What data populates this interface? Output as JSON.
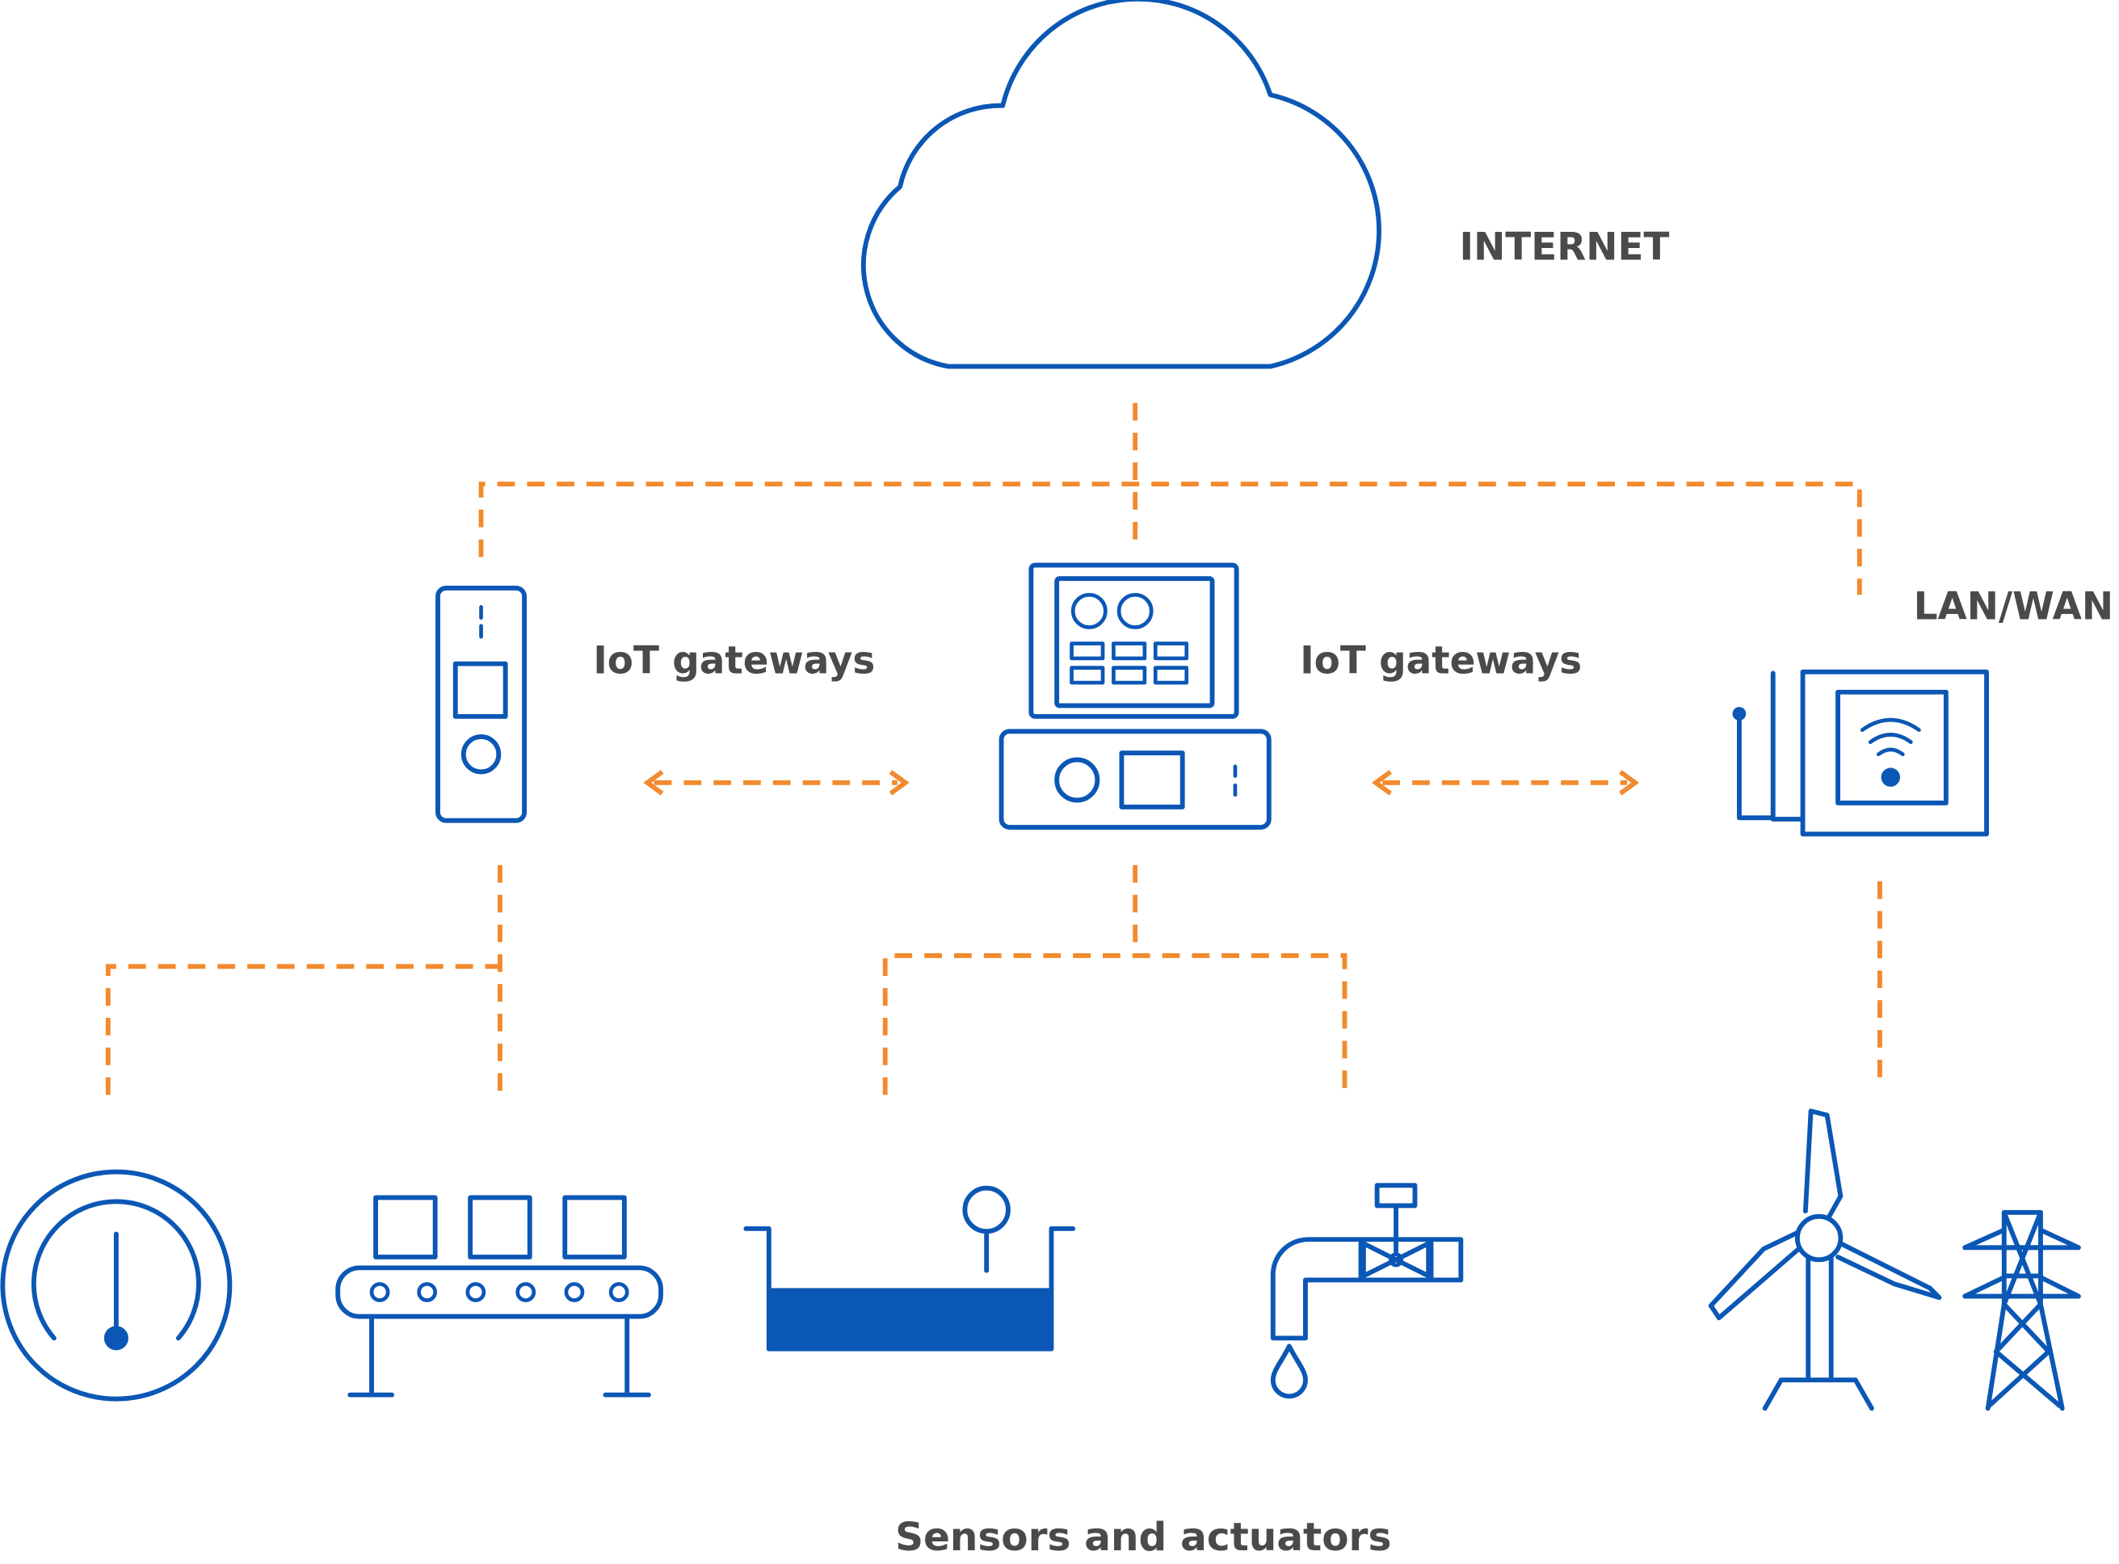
{
  "labels": {
    "internet": "INTERNET",
    "gateway_left": "IoT gateways",
    "gateway_right": "IoT gateways",
    "lan_wan": "LAN/WAN",
    "sensors": "Sensors and actuators"
  },
  "icons": {
    "cloud": "cloud-icon",
    "gateway_handheld": "handheld-gateway-icon",
    "gateway_industrial_pc": "industrial-pc-gateway-icon",
    "gateway_wifi_router": "wifi-router-gateway-icon",
    "gauge": "gauge-icon",
    "conveyor": "conveyor-belt-icon",
    "tank": "liquid-tank-icon",
    "valve": "valve-faucet-icon",
    "wind_turbine": "wind-turbine-icon",
    "power_pylon": "power-pylon-icon"
  },
  "colors": {
    "line": "#0b57b5",
    "connector": "#f28a2e",
    "text": "#4a4a4a"
  }
}
